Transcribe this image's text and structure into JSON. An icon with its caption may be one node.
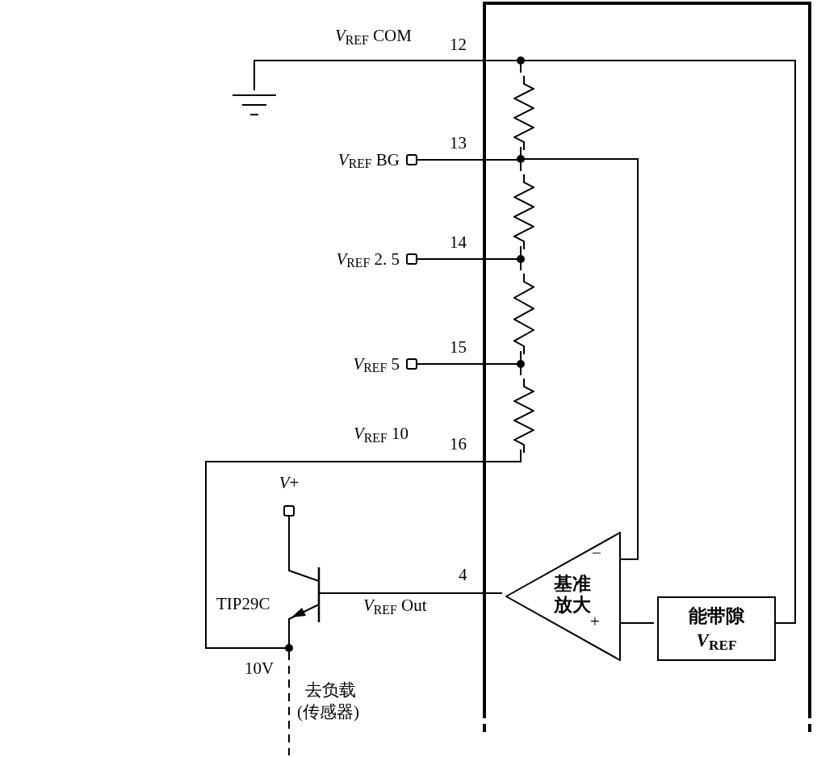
{
  "diagram": {
    "nodes": [
      {
        "text": [],
        "shape": "box"
      },
      {
        "text": [
          "基准放大"
        ],
        "in": 0
      },
      {
        "text": [
          "能带隙",
          "*V*$_{REF}$"
        ],
        "in": 0
      },
      {
        "text": [],
        "shape": "ground"
      },
      {
        "text": [
          "*V*$_{REF}$ BG"
        ]
      },
      {
        "text": [
          "*V*$_{REF}$ 2. 5"
        ]
      },
      {
        "text": [
          "*V*$_{REF}$ 5"
        ]
      },
      {
        "text": [
          "*V*+"
        ]
      },
      {
        "text": [
          "TIP29C"
        ]
      },
      {
        "text": [],
        "shape": "resistor",
        "in": 0
      },
      {
        "text": [],
        "shape": "resistor",
        "in": 0
      },
      {
        "text": [],
        "shape": "resistor",
        "in": 0
      },
      {
        "text": [],
        "shape": "resistor",
        "in": 0
      }
    ],
    "edges": [
      {
        "from": 3,
        "to": 9,
        "arrow": "none"
      },
      {
        "from": 9,
        "to": 2,
        "arrow": "none"
      },
      {
        "from": 4,
        "to": 10,
        "arrow": "none"
      },
      {
        "from": 10,
        "to": 1,
        "arrow": "none"
      },
      {
        "from": 5,
        "to": 11,
        "arrow": "none"
      },
      {
        "from": 6,
        "to": 12,
        "arrow": "none"
      },
      {
        "from": 12,
        "to": 8,
        "arrow": "none"
      },
      {
        "from": 9,
        "to": 10,
        "arrow": "none"
      },
      {
        "from": 10,
        "to": 11,
        "arrow": "none"
      },
      {
        "from": 11,
        "to": 12,
        "arrow": "none"
      },
      {
        "from": 2,
        "to": 1,
        "arrow": "none"
      },
      {
        "from": 1,
        "to": 8,
        "arrow": "none"
      },
      {
        "from": 7,
        "to": 8,
        "arrow": "none"
      },
      {
        "from": 8,
        "to": null,
        "arrow": "none",
        "style": "dashed"
      }
    ],
    "labels": [
      "*V*$_{REF}$ COM",
      "12",
      "13",
      "14",
      "15",
      "*V*$_{REF}$ 10",
      "16",
      "4",
      "*V*$_{REF}$ Out",
      "−",
      "+",
      "10V",
      "去负载",
      "(传感器)"
    ]
  }
}
